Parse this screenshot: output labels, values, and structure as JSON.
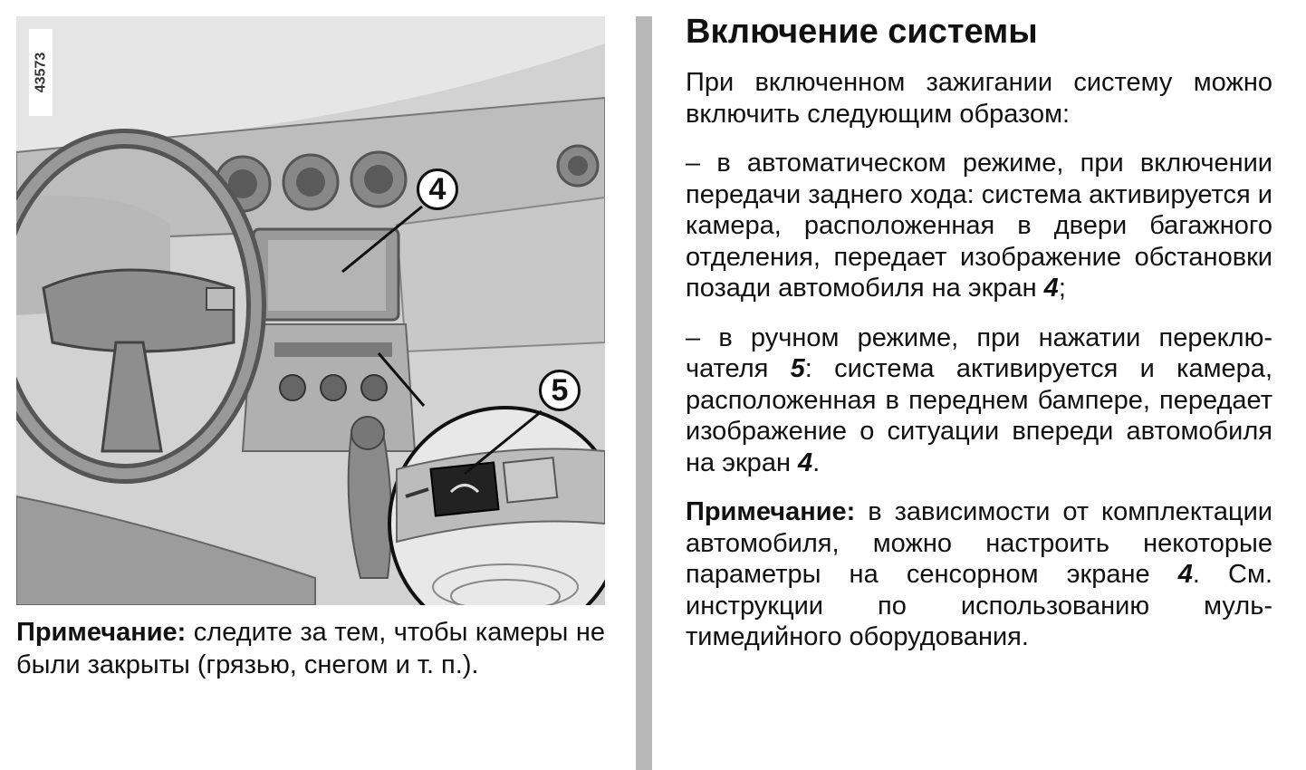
{
  "figure": {
    "id": "43573",
    "callouts": [
      "4",
      "5"
    ]
  },
  "left_note": {
    "label": "Примечание:",
    "text": " следите за тем, чтобы камеры не были закрыты (грязью, снегом и т. п.)."
  },
  "section": {
    "title": "Включение системы",
    "intro": "При включенном зажигании систему можно включить следующим образом:",
    "auto_mode": {
      "text": "– в автоматическом режиме, при вклю­чении передачи заднего хода: система активируется и камера, расположенная в двери багажного отделения, передает изображение обстановки позади автомо­биля на экран ",
      "ref": "4",
      "tail": ";"
    },
    "manual_mode": {
      "text": "– в ручном режиме, при нажатии переклю­чателя ",
      "ref": "5",
      "text2": ": система активируется и камера, расположенная в переднем бампере, пе­редает изображение о ситуации впереди автомобиля на экран ",
      "ref2": "4",
      "tail": "."
    },
    "note": {
      "label": "Примечание:",
      "text": " в зависимости от комплек­тации автомобиля, можно настроить неко­торые параметры на сенсорном экране ",
      "ref": "4",
      "text2": ". См. инструкции по использованию муль­тимедийного оборудования."
    }
  }
}
